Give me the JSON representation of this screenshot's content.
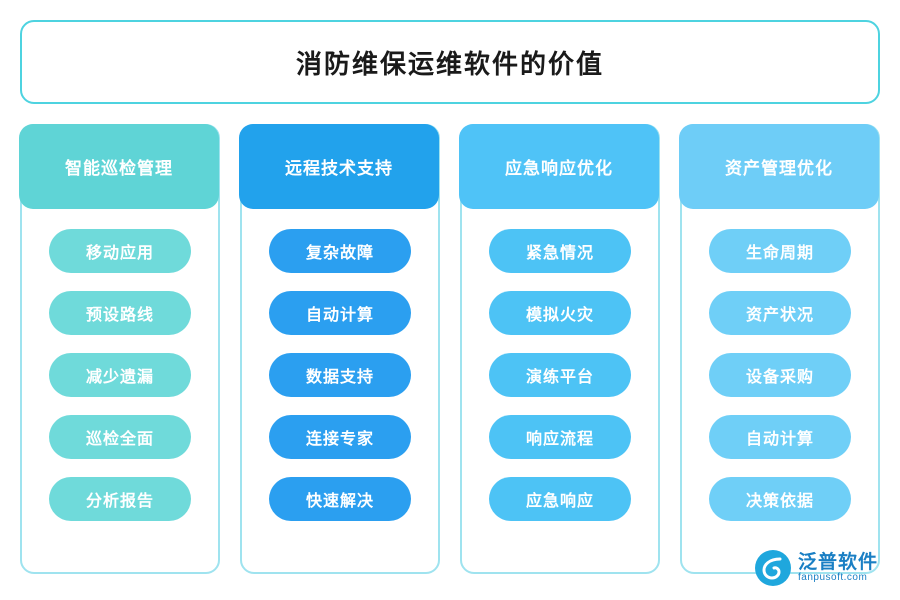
{
  "title": "消防维保运维软件的价值",
  "theme": {
    "banner_border": "#4ed3e0",
    "column_border": "#9fe3ef",
    "logo_color": "#1a7fc4",
    "logo_mark_color": "#1fa7dd"
  },
  "columns": [
    {
      "header": "智能巡检管理",
      "header_color": "#5fd4d6",
      "item_color": "#6fdada",
      "items": [
        "移动应用",
        "预设路线",
        "减少遗漏",
        "巡检全面",
        "分析报告"
      ]
    },
    {
      "header": "远程技术支持",
      "header_color": "#22a2ec",
      "item_color": "#2b9ff0",
      "items": [
        "复杂故障",
        "自动计算",
        "数据支持",
        "连接专家",
        "快速解决"
      ]
    },
    {
      "header": "应急响应优化",
      "header_color": "#4fc3f7",
      "item_color": "#4dc3f5",
      "items": [
        "紧急情况",
        "模拟火灾",
        "演练平台",
        "响应流程",
        "应急响应"
      ]
    },
    {
      "header": "资产管理优化",
      "header_color": "#6ecdf7",
      "item_color": "#6fcff7",
      "items": [
        "生命周期",
        "资产状况",
        "设备采购",
        "自动计算",
        "决策依据"
      ]
    }
  ],
  "logo": {
    "name": "泛普软件",
    "domain": "fanpusoft.com"
  }
}
